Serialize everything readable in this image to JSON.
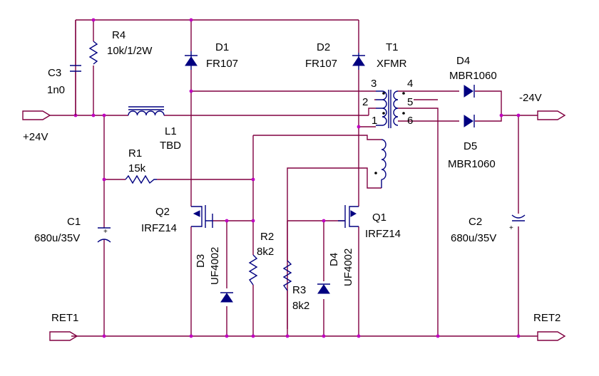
{
  "nets": {
    "vin": "+24V",
    "vout": "-24V",
    "ret1": "RET1",
    "ret2": "RET2"
  },
  "parts": {
    "R4": {
      "ref": "R4",
      "value": "10k/1/2W"
    },
    "C3": {
      "ref": "C3",
      "value": "1n0"
    },
    "D1": {
      "ref": "D1",
      "value": "FR107"
    },
    "D2": {
      "ref": "D2",
      "value": "FR107"
    },
    "T1": {
      "ref": "T1",
      "value": "XFMR",
      "pins": [
        "3",
        "2",
        "1",
        "4",
        "5",
        "6"
      ]
    },
    "L1": {
      "ref": "L1",
      "value": "TBD"
    },
    "R1": {
      "ref": "R1",
      "value": "15k"
    },
    "D4a": {
      "ref": "D4",
      "value": "MBR1060"
    },
    "D5": {
      "ref": "D5",
      "value": "MBR1060"
    },
    "C1": {
      "ref": "C1",
      "value": "680u/35V"
    },
    "C2": {
      "ref": "C2",
      "value": "680u/35V"
    },
    "Q2": {
      "ref": "Q2",
      "value": "IRFZ14"
    },
    "Q1": {
      "ref": "Q1",
      "value": "IRFZ14"
    },
    "D3": {
      "ref": "D3",
      "value": "UF4002"
    },
    "R2": {
      "ref": "R2",
      "value": "8k2"
    },
    "R3": {
      "ref": "R3",
      "value": "8k2"
    },
    "D4b": {
      "ref": "D4",
      "value": "UF4002"
    }
  },
  "polarity": "+",
  "colors": {
    "wire": "#800040",
    "component": "#000080",
    "junction": "#c000c0"
  }
}
